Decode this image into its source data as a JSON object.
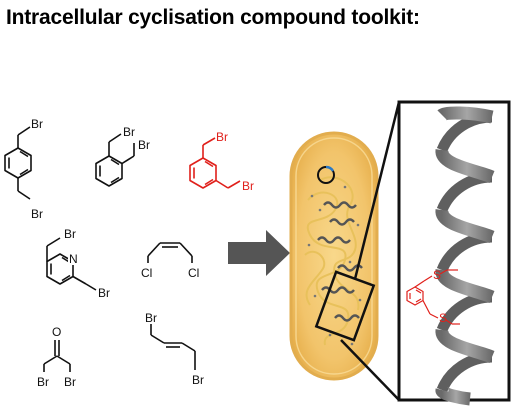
{
  "title": "Intracellular cyclisation compound toolkit:",
  "colors": {
    "highlight": "#e0201b",
    "black": "#111111",
    "helix": "#8a8a8a",
    "helix_dark": "#5a5a5a",
    "cell_fill": "#f2c46b",
    "cell_rim": "#e2ad4e",
    "arrow": "#555555",
    "dna": "#e8c15a"
  },
  "molecules": [
    {
      "id": "para-xylene-dibromide",
      "labels": [
        "Br",
        "Br"
      ]
    },
    {
      "id": "ortho-xylene-dibromide",
      "labels": [
        "Br",
        "Br"
      ]
    },
    {
      "id": "meta-xylene-dibromide",
      "labels": [
        "Br",
        "Br"
      ],
      "highlighted": true
    },
    {
      "id": "pyridine-dibromide",
      "labels": [
        "Br",
        "N",
        "Br"
      ]
    },
    {
      "id": "cis-dichlorobutene",
      "labels": [
        "Cl",
        "Cl"
      ]
    },
    {
      "id": "dibromoacetone",
      "labels": [
        "O",
        "Br",
        "Br"
      ]
    },
    {
      "id": "trans-dibromobutene",
      "labels": [
        "Br",
        "Br"
      ]
    }
  ],
  "zoom_labels": [
    "S",
    "S"
  ],
  "icons": [
    "right-arrow-icon",
    "bacterial-cell-icon",
    "zoom-box-icon",
    "alpha-helix-icon"
  ]
}
